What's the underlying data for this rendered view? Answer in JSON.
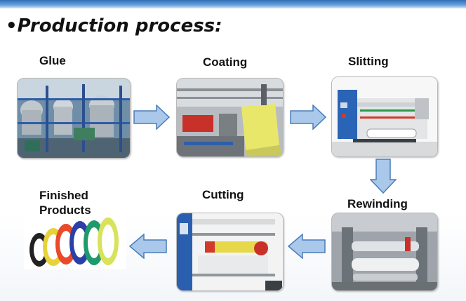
{
  "title": "•Production process:",
  "steps": {
    "glue": "Glue",
    "coating": "Coating",
    "slitting": "Slitting",
    "rewinding": "Rewinding",
    "cutting": "Cutting",
    "finished": [
      "Finished",
      "Products"
    ]
  },
  "colors": {
    "arrow_fill": "#a9c8ea",
    "arrow_stroke": "#4a7cb8",
    "header_band": "#2f6fb5"
  }
}
